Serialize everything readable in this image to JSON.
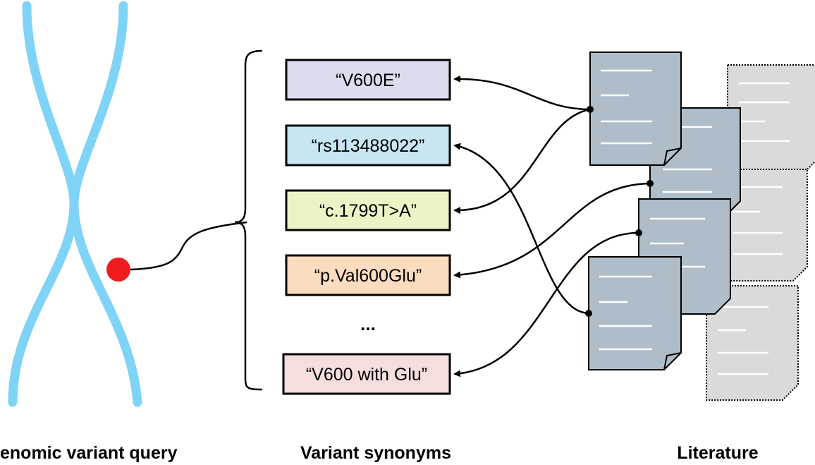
{
  "captions": {
    "query": "enomic variant query",
    "synonyms": "Variant synonyms",
    "literature": "Literature"
  },
  "synonyms": [
    {
      "label": "“V600E”",
      "fill": "#dcdcef"
    },
    {
      "label": "“rs113488022”",
      "fill": "#c7e6f2"
    },
    {
      "label": "“c.1799T>A”",
      "fill": "#eef3c6"
    },
    {
      "label": "“p.Val600Glu”",
      "fill": "#fbdcbf"
    },
    {
      "label": "“V600 with Glu”",
      "fill": "#f6dede"
    }
  ],
  "ellipsis": "...",
  "colors": {
    "chromosome": "#7fd3f7",
    "variant_marker": "#ee1c1c",
    "document_relevant": "#aebdc8",
    "document_other": "#dadada",
    "connector": "#000000"
  }
}
